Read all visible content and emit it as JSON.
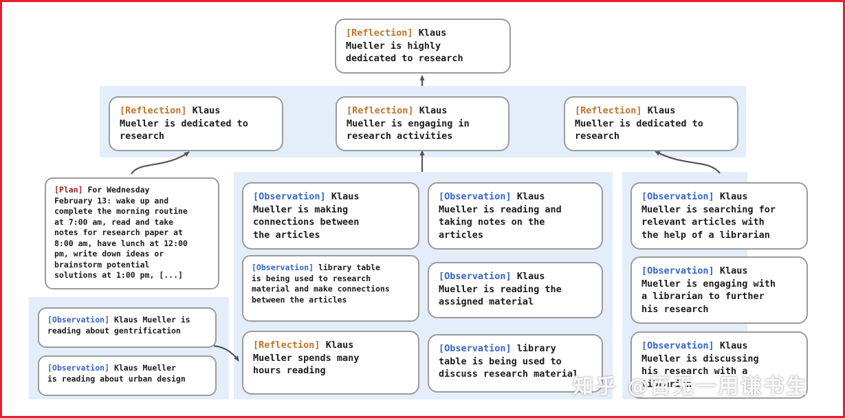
{
  "watermark": "知乎 @百无一用谦书生",
  "colors": {
    "frame_border": "#e91e2c",
    "band_bg": "#e4eefa",
    "box_border": "#9b9b9b",
    "text": "#1b1b1b",
    "reflection_label": "#bf7329",
    "plan_label": "#9e1e1e",
    "observation_label": "#3464c8",
    "arrow": "#555555"
  },
  "nodes": {
    "top": {
      "type": "reflection",
      "label": "[Reflection]",
      "text": "Klaus\nMueller is highly\ndedicated to research"
    },
    "row2": [
      {
        "type": "reflection",
        "label": "[Reflection]",
        "text": "Klaus\nMueller is dedicated to\nresearch"
      },
      {
        "type": "reflection",
        "label": "[Reflection]",
        "text": "Klaus\nMueller is engaging in\nresearch activities"
      },
      {
        "type": "reflection",
        "label": "[Reflection]",
        "text": "Klaus\nMueller is dedicated to\nresearch"
      }
    ],
    "plan": {
      "type": "plan",
      "label": "[Plan]",
      "text": "For Wednesday\nFebruary 13: wake up and\ncomplete the morning routine\nat 7:00 am, read and take\nnotes for research paper at\n8:00 am, have lunch at 12:00\npm, write down ideas or\nbrainstorm potential\nsolutions at 1:00 pm, [...]"
    },
    "left_obs": [
      {
        "type": "observation",
        "label": "[Observation]",
        "text": "Klaus Mueller is\nreading about gentrification"
      },
      {
        "type": "observation",
        "label": "[Observation]",
        "text": "Klaus Mueller\nis reading about urban design"
      }
    ],
    "mid_col1": [
      {
        "type": "observation",
        "label": "[Observation]",
        "text": "Klaus\nMueller is making\nconnections between\nthe articles"
      },
      {
        "type": "observation",
        "label": "[Observation]",
        "text": "library table\nis being used to research\nmaterial and make connections\nbetween the articles"
      },
      {
        "type": "reflection",
        "label": "[Reflection]",
        "text": "Klaus\nMueller spends many\nhours reading"
      }
    ],
    "mid_col2": [
      {
        "type": "observation",
        "label": "[Observation]",
        "text": "Klaus\nMueller is reading and\ntaking notes on the\narticles"
      },
      {
        "type": "observation",
        "label": "[Observation]",
        "text": "Klaus\nMueller is reading the\nassigned material"
      },
      {
        "type": "observation",
        "label": "[Observation]",
        "text": "library\ntable is being used to\ndiscuss research material"
      }
    ],
    "right_col": [
      {
        "type": "observation",
        "label": "[Observation]",
        "text": "Klaus\nMueller is searching for\nrelevant articles with\nthe help of a librarian"
      },
      {
        "type": "observation",
        "label": "[Observation]",
        "text": "Klaus\nMueller is engaging with\na librarian to further\nhis research"
      },
      {
        "type": "observation",
        "label": "[Observation]",
        "text": "Klaus\nMueller is discussing\nhis research with a\nlibrarian"
      }
    ]
  }
}
